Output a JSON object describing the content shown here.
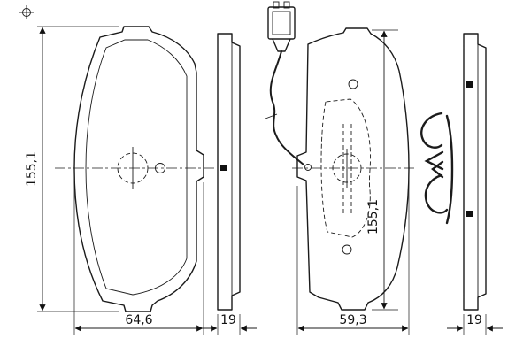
{
  "drawing": {
    "dims": {
      "pad1_height": "155,1",
      "pad1_width": "64,6",
      "pad1_thickness": "19",
      "pad2_height": "155,1",
      "pad2_width": "59,3",
      "pad2_thickness": "19"
    }
  }
}
